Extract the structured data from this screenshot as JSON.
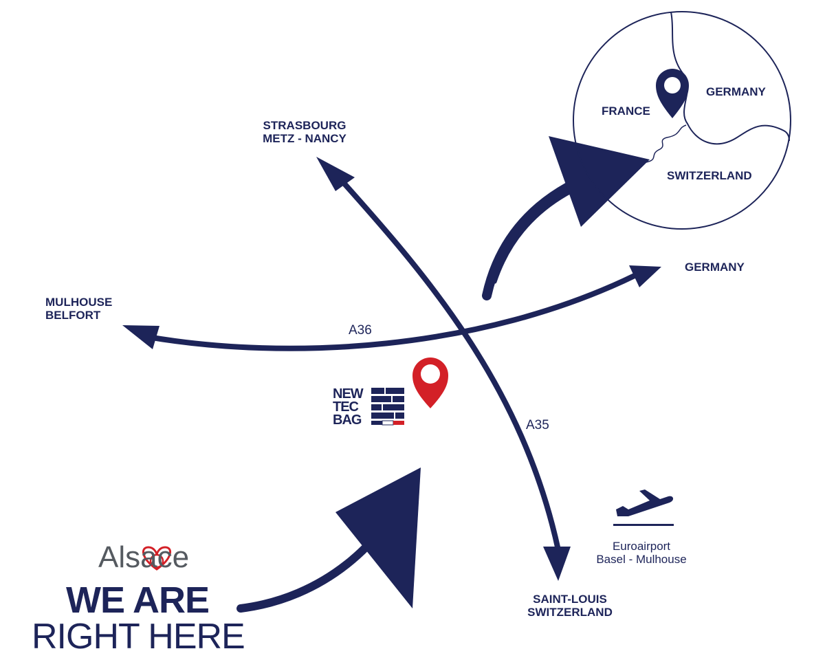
{
  "labels": {
    "strasbourg": [
      "STRASBOURG",
      "METZ - NANCY"
    ],
    "mulhouse": [
      "MULHOUSE",
      "BELFORT"
    ],
    "germany_east": "GERMANY",
    "saint_louis": [
      "SAINT-LOUIS",
      "SWITZERLAND"
    ],
    "airport": [
      "Euroairport",
      "Basel - Mulhouse"
    ]
  },
  "roads": {
    "a36": "A36",
    "a35": "A35"
  },
  "inset": {
    "france": "FRANCE",
    "germany": "GERMANY",
    "switzerland": "SWITZERLAND"
  },
  "company_logo": [
    "NEW",
    "TEC",
    "BAG"
  ],
  "tagline": {
    "region": "Alsace",
    "line1": "WE ARE",
    "line2": "RIGHT HERE"
  },
  "icons": [
    "location-pin-icon",
    "airplane-icon",
    "inset-pin-icon"
  ],
  "colors": {
    "navy": "#1d2459",
    "pin_red": "#d32027",
    "grey": "#555a60"
  }
}
